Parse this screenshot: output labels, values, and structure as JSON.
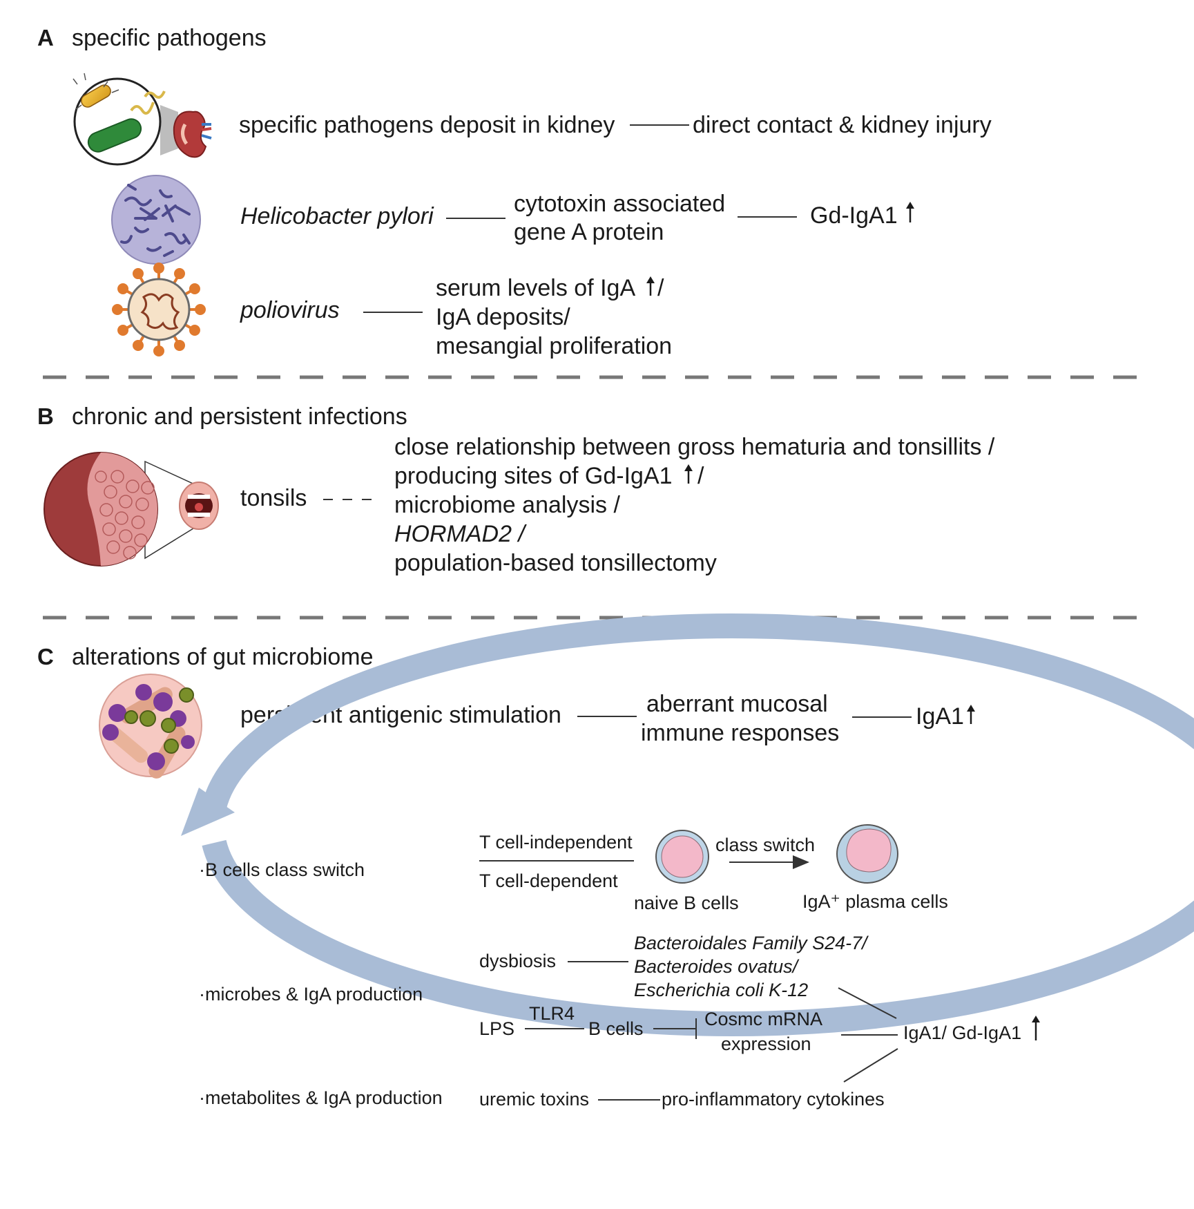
{
  "sectionA": {
    "letter": "A",
    "title": "specific pathogens",
    "row1": {
      "left": "specific pathogens deposit in kidney",
      "right": "direct contact & kidney injury"
    },
    "row2": {
      "left": "Helicobacter pylori",
      "mid1": "cytotoxin associated",
      "mid2": "gene A protein",
      "right": "Gd-IgA1"
    },
    "row3": {
      "left": "poliovirus",
      "r1": "serum levels of IgA",
      "r1_suffix": "/",
      "r2": "IgA deposits/",
      "r3": "mesangial proliferation"
    }
  },
  "sectionB": {
    "letter": "B",
    "title": "chronic and persistent infections",
    "left": "tonsils",
    "lines": [
      "close relationship between gross hematuria and tonsillits /",
      "producing sites of Gd-IgA1",
      "microbiome analysis /",
      "HORMAD2 /",
      "population-based tonsillectomy"
    ],
    "line2_suffix": "/"
  },
  "sectionC": {
    "letter": "C",
    "title": "alterations of gut microbiome",
    "row1": {
      "left": "persistent antigenic stimulation",
      "mid1": "aberrant mucosal",
      "mid2": "immune responses",
      "right": "IgA1"
    },
    "cycle": {
      "bcells_label": "·B cells class switch",
      "t_indep": "T cell-independent",
      "t_dep": "T cell-dependent",
      "naive": "naive B cells",
      "class_switch": "class switch",
      "plasma": "IgA⁺ plasma cells",
      "microbes_label": "·microbes & IgA production",
      "dysbiosis": "dysbiosis",
      "bact1": "Bacteroidales Family S24-7/",
      "bact2": "Bacteroides ovatus/",
      "bact3": "Escherichia coli K-12",
      "lps": "LPS",
      "tlr4": "TLR4",
      "bcells": "B cells",
      "cosmc1": "Cosmc mRNA",
      "cosmc2": "expression",
      "iga_out": "IgA1/ Gd-IgA1",
      "metabolites_label": "·metabolites & IgA production",
      "uremic": "uremic toxins",
      "cytokines": "pro-inflammatory cytokines"
    }
  },
  "colors": {
    "cycle": "#a9bcd6",
    "divider": "#777777"
  }
}
